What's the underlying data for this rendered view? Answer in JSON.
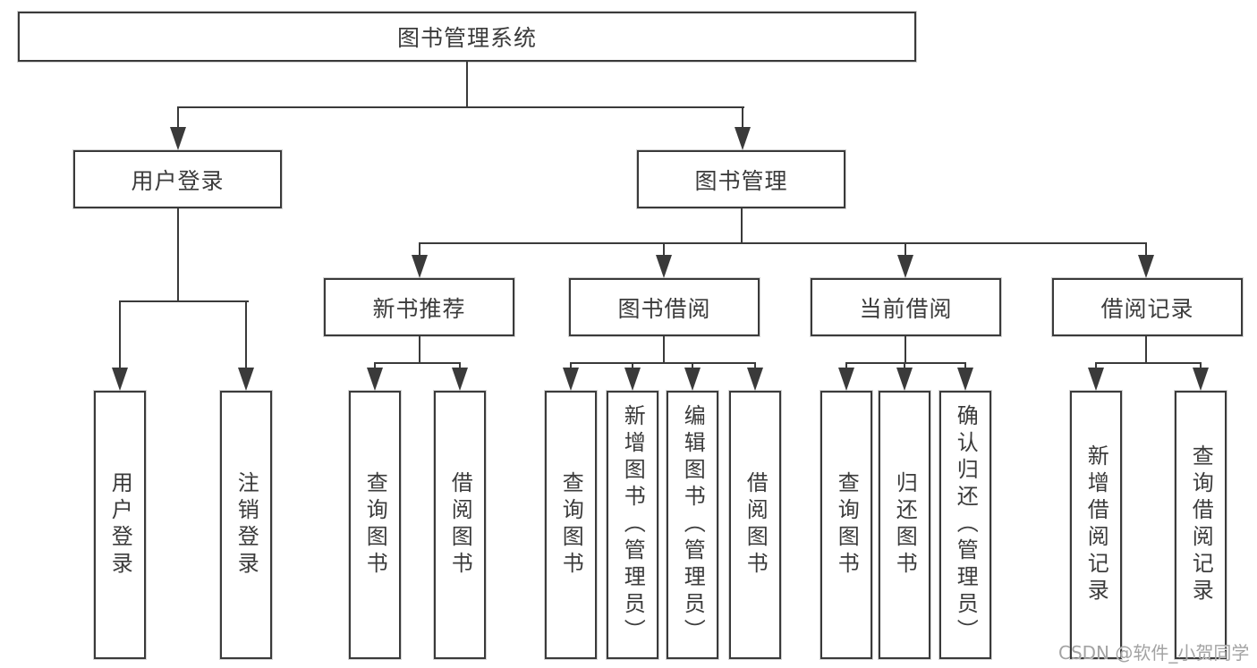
{
  "diagram": {
    "root": "图书管理系统",
    "level2": [
      "用户登录",
      "图书管理"
    ],
    "level3": [
      "新书推荐",
      "图书借阅",
      "当前借阅",
      "借阅记录"
    ],
    "level4": [
      "用户登录",
      "注销登录",
      "查询图书",
      "借阅图书",
      "查询图书",
      "新增图书（管理员）",
      "编辑图书（管理员）",
      "借阅图书",
      "查询图书",
      "归还图书",
      "确认归还（管理员）",
      "新增借阅记录",
      "查询借阅记录"
    ]
  },
  "watermark": "CSDN @软件_小贺同学",
  "colors": {
    "background": "#ffffff",
    "line": "#3a3a3a",
    "text": "#3b3b3b",
    "watermark": "#a3a3a3"
  }
}
